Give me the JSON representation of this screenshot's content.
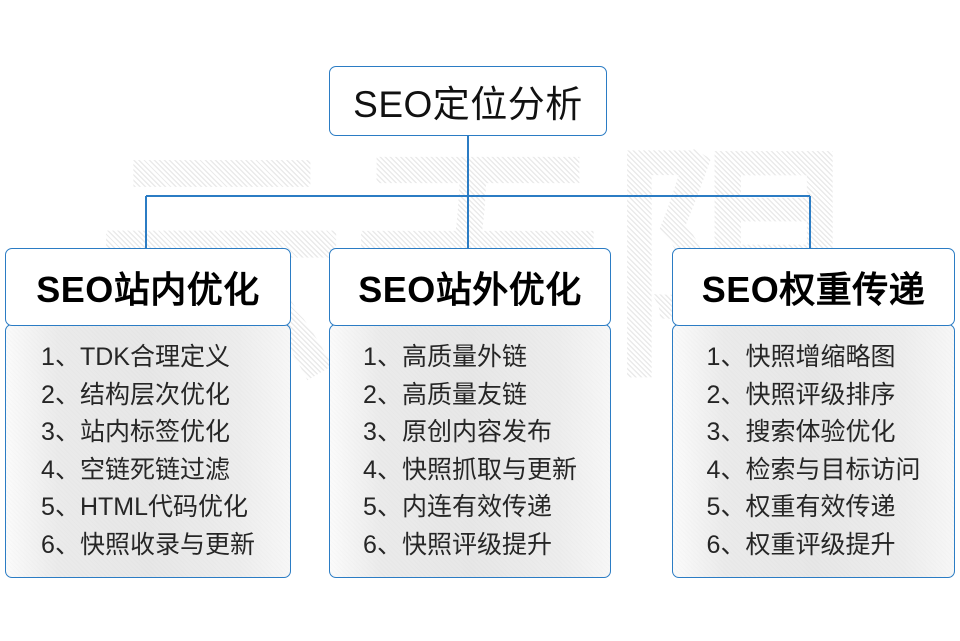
{
  "watermark": {
    "text": "云无限"
  },
  "diagram": {
    "type": "org-chart",
    "accent_color": "#2b7cc4",
    "root": {
      "label": "SEO定位分析"
    },
    "columns": [
      {
        "header": "SEO站内优化",
        "items": [
          "1、TDK合理定义",
          "2、结构层次优化",
          "3、站内标签优化",
          "4、空链死链过滤",
          "5、HTML代码优化",
          "6、快照收录与更新"
        ]
      },
      {
        "header": "SEO站外优化",
        "items": [
          "1、高质量外链",
          "2、高质量友链",
          "3、原创内容发布",
          "4、快照抓取与更新",
          "5、内连有效传递",
          "6、快照评级提升"
        ]
      },
      {
        "header": "SEO权重传递",
        "items": [
          "1、快照增缩略图",
          "2、快照评级排序",
          "3、搜索体验优化",
          "4、检索与目标访问",
          "5、权重有效传递",
          "6、权重评级提升"
        ]
      }
    ]
  }
}
